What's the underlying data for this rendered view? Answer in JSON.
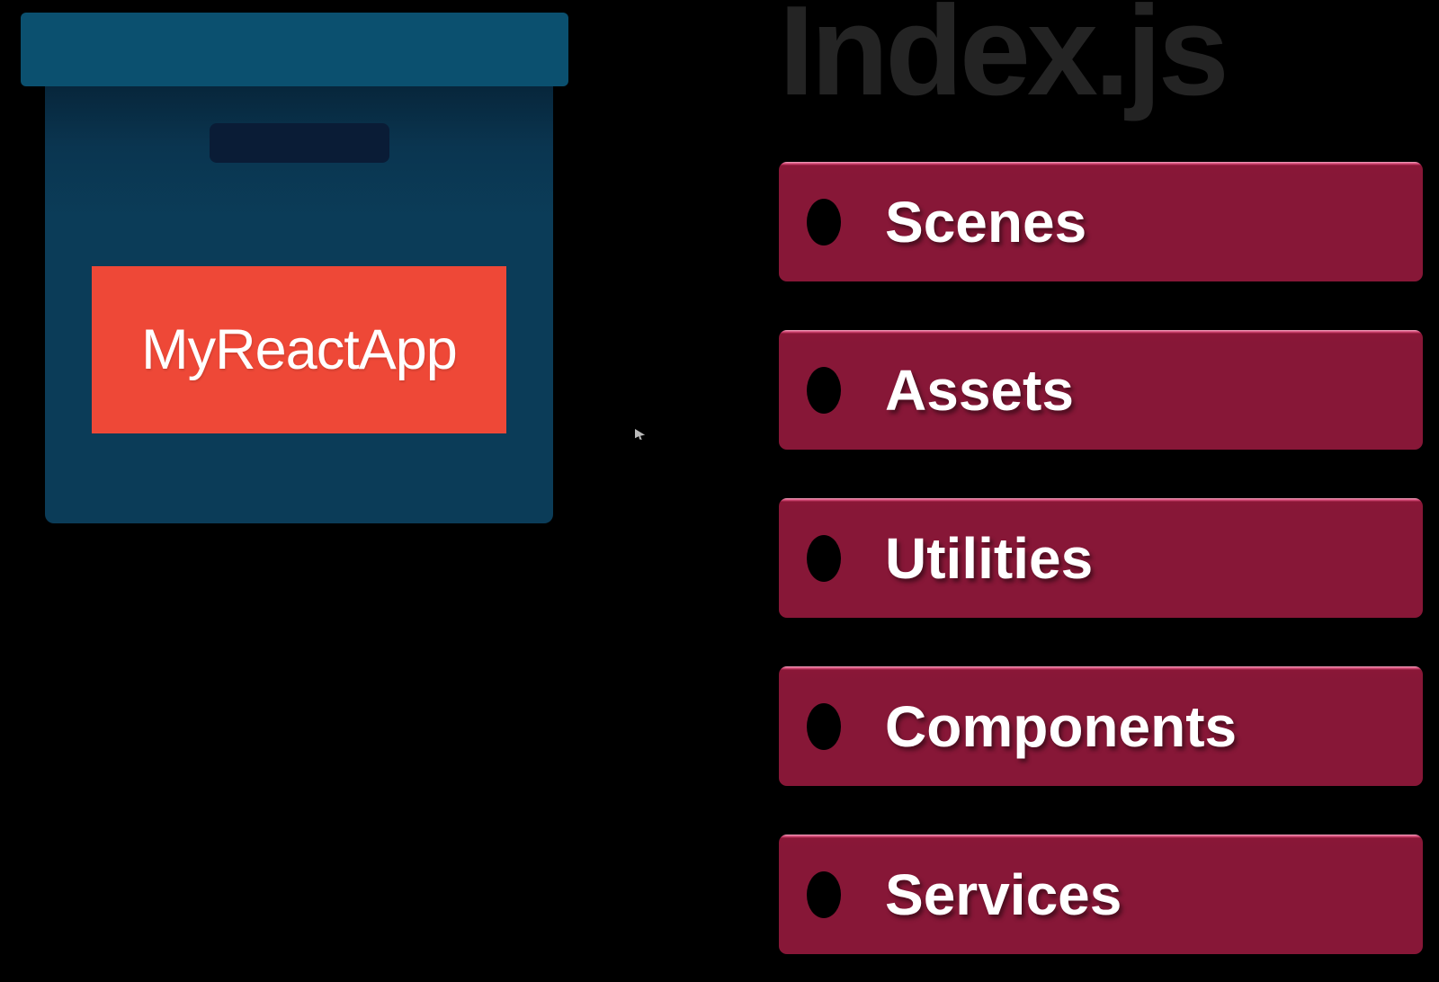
{
  "diagram": {
    "background_color": "#000000",
    "box": {
      "label": "MyReactApp",
      "colors": {
        "lid": "#0b506f",
        "body": "#0b3c58",
        "slot": "#0a1c36",
        "label_bg": "#ee4837",
        "label_text": "#ffffff"
      }
    },
    "index": {
      "title": "Index.js",
      "title_color": "#242424",
      "items": [
        {
          "label": "Scenes"
        },
        {
          "label": "Assets"
        },
        {
          "label": "Utilities"
        },
        {
          "label": "Components"
        },
        {
          "label": "Services"
        }
      ],
      "item_colors": {
        "bar_bg": "#871737",
        "bar_top_highlight": "#d84a78",
        "bullet": "#000000",
        "text": "#ffffff"
      }
    },
    "cursor": {
      "color": "#b9b9b9"
    }
  }
}
